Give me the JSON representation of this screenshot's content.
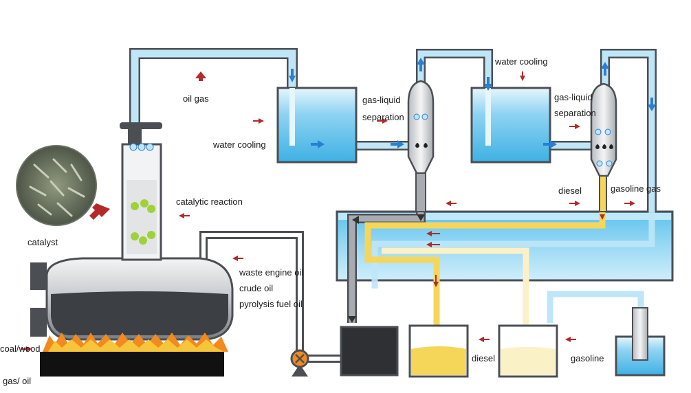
{
  "labels": {
    "oil_gas": "oil gas",
    "water_cooling_1": "water cooling",
    "water_cooling_2": "water cooling",
    "gas_liquid_1": "gas-liquid",
    "separation_1": "separation",
    "gas_liquid_2": "gas-liquid",
    "separation_2": "separation",
    "catalytic_reaction": "catalytic reaction",
    "catalyst": "catalyst",
    "diesel_top": "diesel",
    "gasoline_gas": "gasoline gas",
    "waste_engine_oil": "waste engine oil",
    "crude_oil": "crude oil",
    "pyrolysis_fuel_oil": "pyrolysis fuel oil",
    "coal_wood": "coal/wood",
    "gas_oil": "gas/ oil",
    "diesel_bottom": "diesel",
    "gasoline_bottom": "gasoline"
  },
  "colors": {
    "water_light": "#d9f1fb",
    "water_dark": "#4fb9e8",
    "pipe_blue": "#bfe6f7",
    "pipe_outline": "#4b4f54",
    "diesel": "#f6d659",
    "gasoline": "#fbf1c6",
    "arrow_red": "#b32a2a",
    "arrow_blue": "#2a7fd4",
    "fire": "#f28a1f",
    "coal": "#111111"
  },
  "icons": [
    "red-arrow-icon",
    "blue-arrow-icon",
    "valve-pump-icon",
    "fire-icon",
    "catalyst-pellets-icon"
  ]
}
